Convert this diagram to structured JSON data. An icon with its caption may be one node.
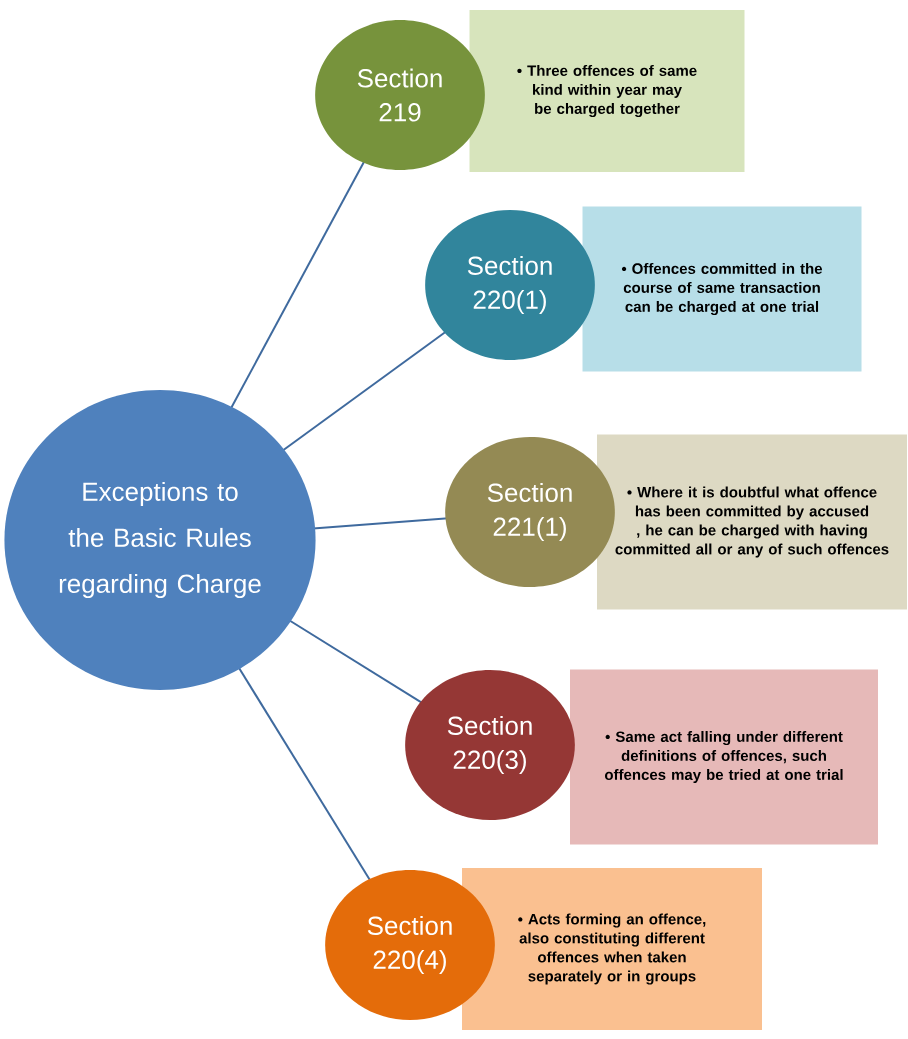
{
  "diagram": {
    "nodes": [
      {
        "text": [
          "Exceptions to the Basic Rules regarding Charge"
        ]
      },
      {
        "text": [
          "Section 219"
        ]
      },
      {
        "text": [
          "• Three offences of same kind within year may be charged together"
        ]
      },
      {
        "text": [
          "Section 220(1)"
        ]
      },
      {
        "text": [
          "• Offences committed in the course of same transaction can be charged at one trial"
        ]
      },
      {
        "text": [
          "Section 221(1)"
        ]
      },
      {
        "text": [
          "• Where it is doubtful what offence has been committed by accused , he can be charged with having committed all or any of such offences"
        ]
      },
      {
        "text": [
          "Section 220(3)"
        ]
      },
      {
        "text": [
          "• Same act falling under different definitions of offences, such offences may be tried at one trial"
        ]
      },
      {
        "text": [
          "Section 220(4)"
        ]
      },
      {
        "text": [
          "• Acts forming an offence, also constituting different offences when taken separately or in groups"
        ]
      }
    ],
    "edges": [
      {
        "from": 0,
        "to": 1,
        "arrow": "none"
      },
      {
        "from": 0,
        "to": 3,
        "arrow": "none"
      },
      {
        "from": 0,
        "to": 5,
        "arrow": "none"
      },
      {
        "from": 0,
        "to": 7,
        "arrow": "none"
      },
      {
        "from": 0,
        "to": 9,
        "arrow": "none"
      }
    ]
  }
}
